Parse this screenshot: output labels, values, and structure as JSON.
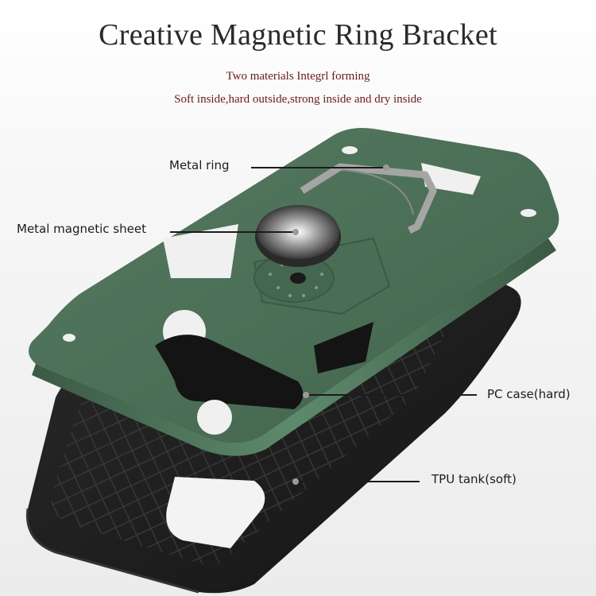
{
  "header": {
    "title": "Creative Magnetic Ring Bracket",
    "subtitle_line1": "Two materials Integrl forming",
    "subtitle_line2": "Soft inside,hard outside,strong inside and dry inside"
  },
  "callouts": {
    "metal_ring": "Metal ring",
    "metal_magnetic_sheet": "Metal magnetic sheet",
    "pc_case": "PC case(hard)",
    "tpu_tank": "TPU tank(soft)"
  },
  "colors": {
    "title": "#2a2a2a",
    "subtitle": "#6b1a1a",
    "pc_case_green": "#4a6e55",
    "tpu_black": "#1e1e1e",
    "ring_silver": "#9a9a9a",
    "background": "#f2f2f2"
  }
}
